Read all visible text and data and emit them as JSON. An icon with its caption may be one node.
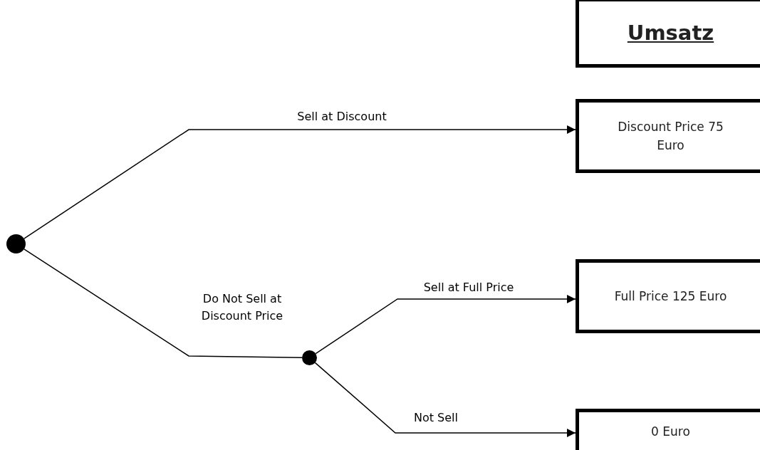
{
  "diagram": {
    "nodes": [
      {
        "text": [
          "Umsatz"
        ]
      },
      {
        "text": [
          "Discount Price 75 Euro"
        ]
      },
      {
        "text": [
          "Full Price 125 Euro"
        ]
      },
      {
        "text": [
          "0 Euro"
        ]
      },
      {
        "text": [],
        "shape": "circle"
      },
      {
        "text": [],
        "shape": "circle"
      }
    ],
    "edges": [
      {
        "from": 4,
        "to": 1,
        "arrow": "to",
        "label": "Sell at Discount"
      },
      {
        "from": 4,
        "to": 5,
        "arrow": "none",
        "label": "Do Not Sell at Discount Price"
      },
      {
        "from": 5,
        "to": 2,
        "arrow": "to",
        "label": "Sell at Full Price"
      },
      {
        "from": 5,
        "to": 3,
        "arrow": "to",
        "label": "Not Sell"
      }
    ]
  }
}
